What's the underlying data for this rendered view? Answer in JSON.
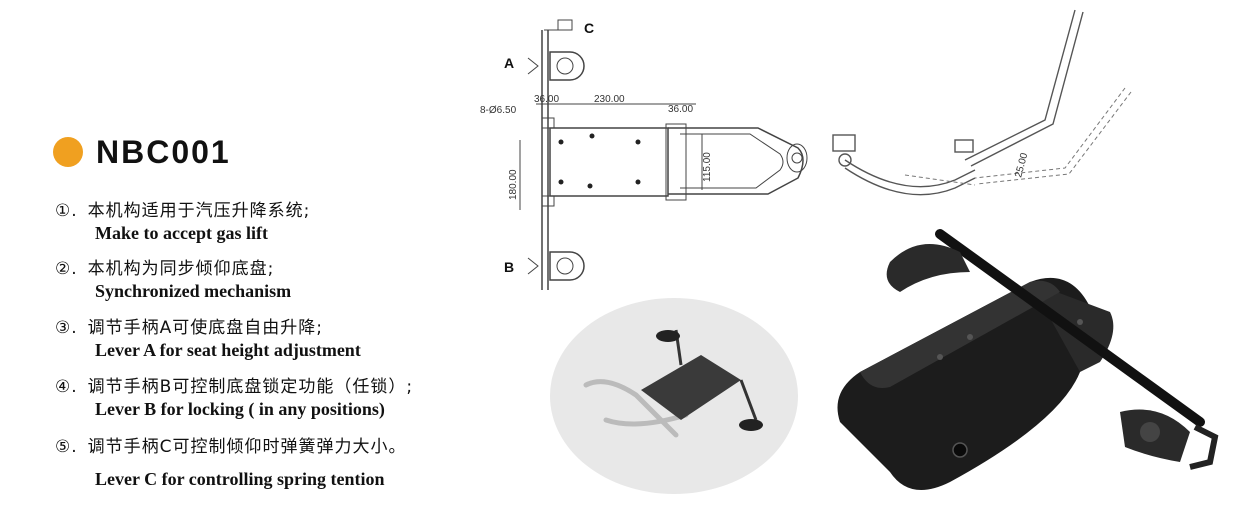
{
  "product": {
    "code": "NBC001",
    "bullet_color": "#f0a020"
  },
  "features": [
    {
      "num": "①.",
      "cn": "本机构适用于汽压升降系统;",
      "en": "Make to accept gas lift"
    },
    {
      "num": "②.",
      "cn": "本机构为同步倾仰底盘;",
      "en": "Synchronized mechanism"
    },
    {
      "num": "③.",
      "cn": "调节手柄A可使底盘自由升降;",
      "en": "Lever A for seat height adjustment"
    },
    {
      "num": "④.",
      "cn": "调节手柄B可控制底盘锁定功能（任锁）;",
      "en": "Lever B for locking ( in any positions)"
    },
    {
      "num": "⑤.",
      "cn": "调节手柄C可控制倾仰时弹簧弹力大小。",
      "en": "Lever C for controlling spring tention"
    }
  ],
  "drawing": {
    "label_a": "A",
    "label_b": "B",
    "label_c": "C",
    "dim_holes": "8-Ø6.50",
    "dim_36_left": "36.00",
    "dim_230": "230.00",
    "dim_36_right": "36.00",
    "dim_180": "180.00",
    "dim_115": "115.00",
    "dim_side": "25.00"
  },
  "icons": {
    "lever_knob": "lever-knob-icon"
  }
}
